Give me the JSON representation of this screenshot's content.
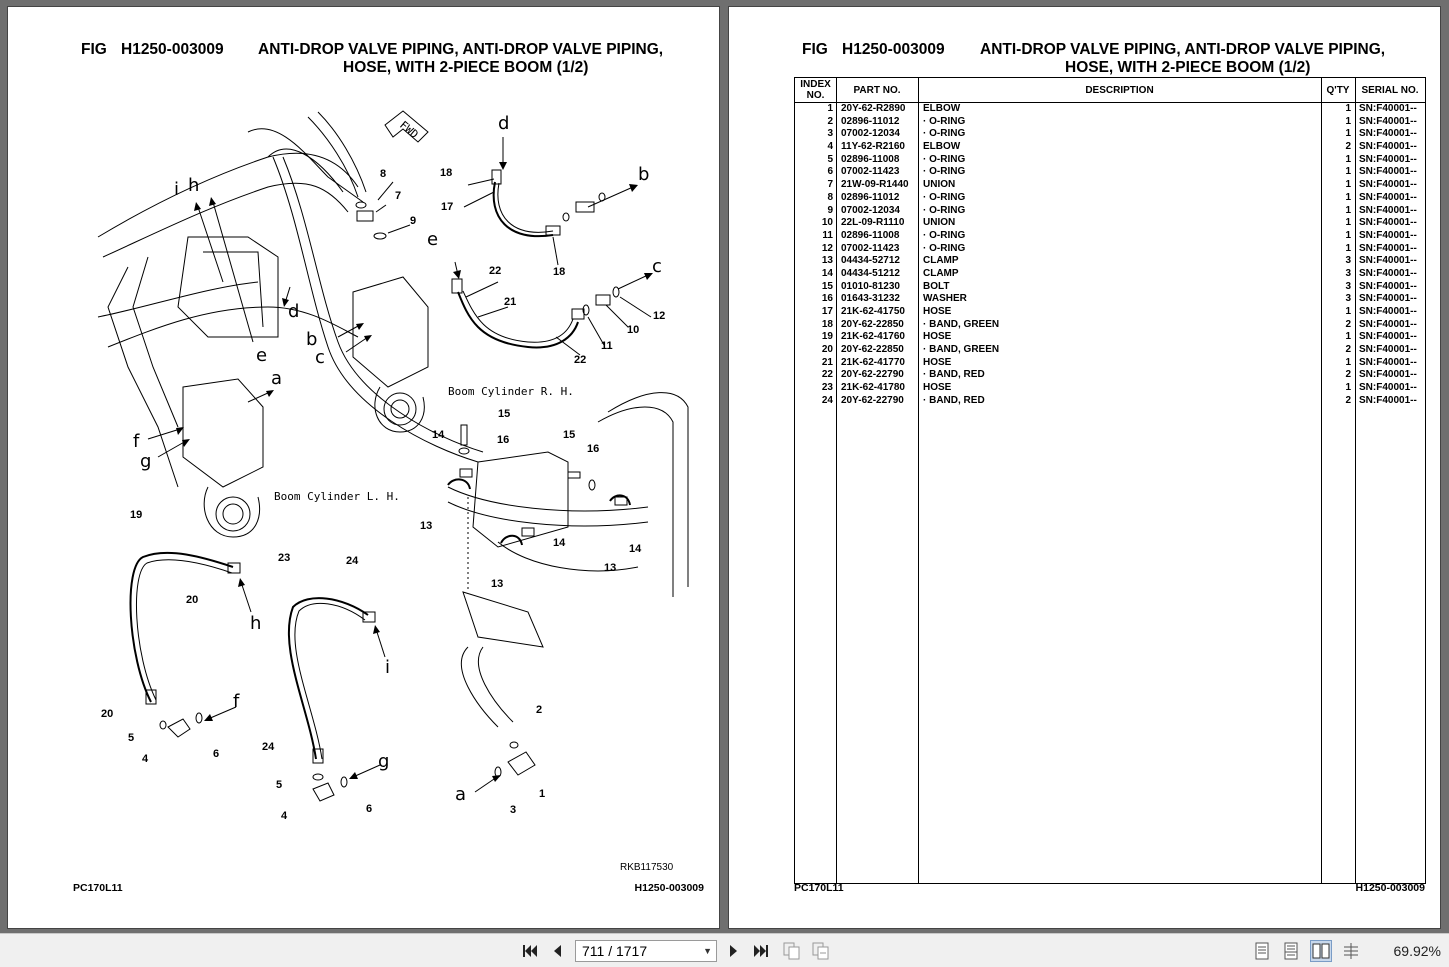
{
  "left_page": {
    "fig_label": "FIG",
    "fig_code": "H1250-003009",
    "title_line1": "ANTI-DROP VALVE PIPING, ANTI-DROP VALVE PIPING,",
    "title_line2": "HOSE, WITH 2-PIECE BOOM (1/2)",
    "diagram_ref": "RKB117530",
    "footer_left": "PC170L11",
    "footer_right": "H1250-003009",
    "diagram_text": {
      "boom_rh": "Boom Cylinder R. H.",
      "boom_lh": "Boom Cylinder L. H.",
      "fwd": "FWD"
    },
    "callouts": [
      "1",
      "2",
      "3",
      "4",
      "4",
      "5",
      "5",
      "6",
      "6",
      "7",
      "8",
      "9",
      "10",
      "11",
      "12",
      "13",
      "13",
      "13",
      "14",
      "14",
      "14",
      "15",
      "15",
      "16",
      "16",
      "17",
      "18",
      "18",
      "19",
      "20",
      "20",
      "21",
      "22",
      "22",
      "23",
      "24",
      "24"
    ],
    "letters": [
      "a",
      "a",
      "b",
      "b",
      "c",
      "c",
      "d",
      "d",
      "e",
      "e",
      "f",
      "f",
      "g",
      "g",
      "h",
      "h",
      "i",
      "i"
    ]
  },
  "right_page": {
    "fig_label": "FIG",
    "fig_code": "H1250-003009",
    "title_line1": "ANTI-DROP VALVE PIPING, ANTI-DROP VALVE PIPING,",
    "title_line2": "HOSE, WITH 2-PIECE BOOM (1/2)",
    "footer_left": "PC170L11",
    "footer_right": "H1250-003009",
    "headers": {
      "index": "INDEX NO.",
      "part": "PART NO.",
      "desc": "DESCRIPTION",
      "qty": "Q'TY",
      "serial": "SERIAL NO."
    },
    "rows": [
      {
        "index": "1",
        "part": "20Y-62-R2890",
        "desc": "ELBOW",
        "qty": "1",
        "serial": "SN:F40001--"
      },
      {
        "index": "2",
        "part": "02896-11012",
        "desc": "·  O-RING",
        "qty": "1",
        "serial": "SN:F40001--"
      },
      {
        "index": "3",
        "part": "07002-12034",
        "desc": "·  O-RING",
        "qty": "1",
        "serial": "SN:F40001--"
      },
      {
        "index": "4",
        "part": "11Y-62-R2160",
        "desc": "ELBOW",
        "qty": "2",
        "serial": "SN:F40001--"
      },
      {
        "index": "5",
        "part": "02896-11008",
        "desc": "·  O-RING",
        "qty": "1",
        "serial": "SN:F40001--"
      },
      {
        "index": "6",
        "part": "07002-11423",
        "desc": "·  O-RING",
        "qty": "1",
        "serial": "SN:F40001--"
      },
      {
        "index": "7",
        "part": "21W-09-R1440",
        "desc": "UNION",
        "qty": "1",
        "serial": "SN:F40001--"
      },
      {
        "index": "8",
        "part": "02896-11012",
        "desc": "·  O-RING",
        "qty": "1",
        "serial": "SN:F40001--"
      },
      {
        "index": "9",
        "part": "07002-12034",
        "desc": "·  O-RING",
        "qty": "1",
        "serial": "SN:F40001--"
      },
      {
        "index": "10",
        "part": "22L-09-R1110",
        "desc": "UNION",
        "qty": "1",
        "serial": "SN:F40001--"
      },
      {
        "index": "11",
        "part": "02896-11008",
        "desc": "·  O-RING",
        "qty": "1",
        "serial": "SN:F40001--"
      },
      {
        "index": "12",
        "part": "07002-11423",
        "desc": "·  O-RING",
        "qty": "1",
        "serial": "SN:F40001--"
      },
      {
        "index": "13",
        "part": "04434-52712",
        "desc": "CLAMP",
        "qty": "3",
        "serial": "SN:F40001--"
      },
      {
        "index": "14",
        "part": "04434-51212",
        "desc": "CLAMP",
        "qty": "3",
        "serial": "SN:F40001--"
      },
      {
        "index": "15",
        "part": "01010-81230",
        "desc": "BOLT",
        "qty": "3",
        "serial": "SN:F40001--"
      },
      {
        "index": "16",
        "part": "01643-31232",
        "desc": "WASHER",
        "qty": "3",
        "serial": "SN:F40001--"
      },
      {
        "index": "17",
        "part": "21K-62-41750",
        "desc": "HOSE",
        "qty": "1",
        "serial": "SN:F40001--"
      },
      {
        "index": "18",
        "part": "20Y-62-22850",
        "desc": "·  BAND, GREEN",
        "qty": "2",
        "serial": "SN:F40001--"
      },
      {
        "index": "19",
        "part": "21K-62-41760",
        "desc": "HOSE",
        "qty": "1",
        "serial": "SN:F40001--"
      },
      {
        "index": "20",
        "part": "20Y-62-22850",
        "desc": "·  BAND, GREEN",
        "qty": "2",
        "serial": "SN:F40001--"
      },
      {
        "index": "21",
        "part": "21K-62-41770",
        "desc": "HOSE",
        "qty": "1",
        "serial": "SN:F40001--"
      },
      {
        "index": "22",
        "part": "20Y-62-22790",
        "desc": "·  BAND, RED",
        "qty": "2",
        "serial": "SN:F40001--"
      },
      {
        "index": "23",
        "part": "21K-62-41780",
        "desc": "HOSE",
        "qty": "1",
        "serial": "SN:F40001--"
      },
      {
        "index": "24",
        "part": "20Y-62-22790",
        "desc": "·  BAND, RED",
        "qty": "2",
        "serial": "SN:F40001--"
      }
    ]
  },
  "toolbar": {
    "page_indicator": "711 / 1717",
    "zoom": "69.92%",
    "icons": [
      "first-page-icon",
      "prev-page-icon",
      "next-page-icon",
      "last-page-icon",
      "fit-page-icon",
      "fit-width-icon",
      "single-page-icon",
      "continuous-page-icon",
      "two-page-icon",
      "scroll-mode-icon"
    ]
  }
}
